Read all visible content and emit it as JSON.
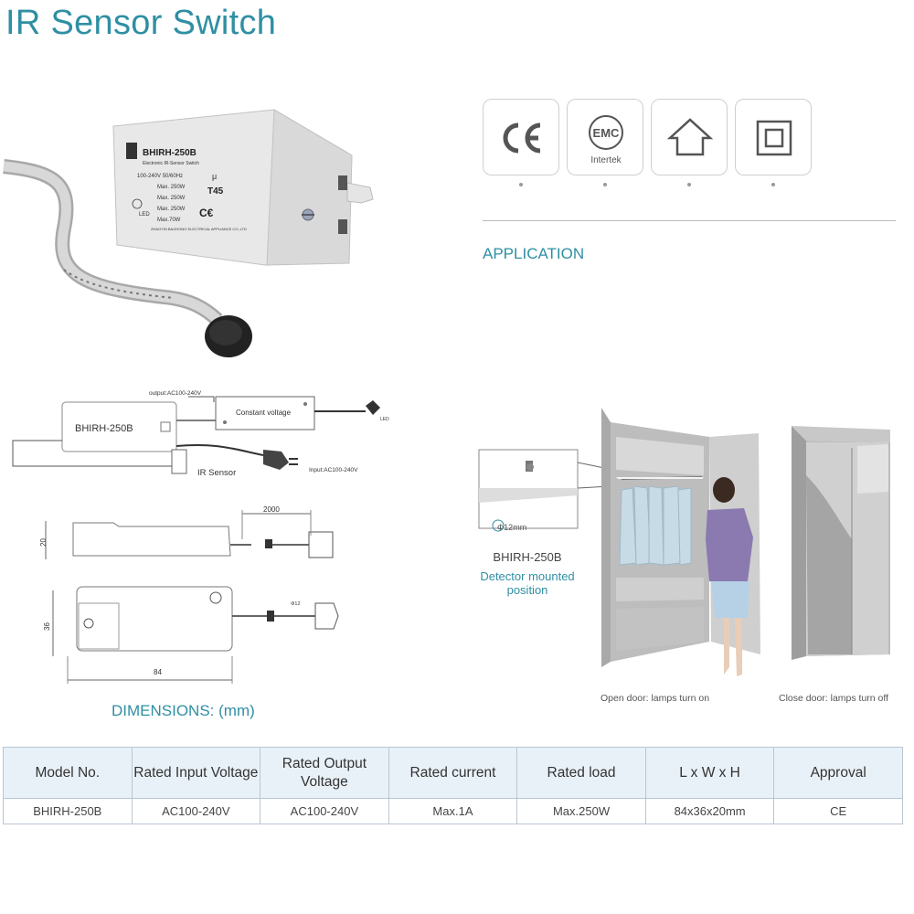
{
  "title": "IR Sensor Switch",
  "product_label": {
    "model": "BHIRH-250B",
    "subtitle": "Electronic IR-Sensor Switch",
    "voltage": "100-240V 50/60Hz",
    "loads": [
      "Max. 250W",
      "Max. 250W",
      "Max. 250W",
      "Max.70W"
    ],
    "load_types": [
      "LED"
    ],
    "temp": "T45",
    "mu": "μ",
    "manufacturer": "ZHAOYIN BAOHONG ELECTRICAL APPLIANCE CO.,LTD"
  },
  "certifications": [
    {
      "icon": "ce-mark-icon"
    },
    {
      "icon": "emc-intertek-icon",
      "text": "EMC",
      "subtext": "Intertek"
    },
    {
      "icon": "house-icon"
    },
    {
      "icon": "double-insulation-icon"
    }
  ],
  "application": {
    "heading": "APPLICATION",
    "detector_diameter": "Φ12mm",
    "detector_model": "BHIRH-250B",
    "detector_caption": "Detector mounted position",
    "open_caption": "Open door: lamps turn on",
    "close_caption": "Close door: lamps turn off"
  },
  "wiring": {
    "output_label": "output:AC100-240V",
    "switch_label": "BHIRH-250B",
    "driver_label": "Constant voltage",
    "led_label": "LED",
    "sensor_label": "IR Sensor",
    "input_label": "Input:AC100-240V"
  },
  "dimensions": {
    "heading": "DIMENSIONS: (mm)",
    "cable_length": "2000",
    "height": "20",
    "width": "36",
    "length": "84",
    "sensor_diameter": "Φ12"
  },
  "spec_table": {
    "headers": [
      "Model No.",
      "Rated Input Voltage",
      "Rated Output Voltage",
      "Rated current",
      "Rated load",
      "L x W x H",
      "Approval"
    ],
    "rows": [
      [
        "BHIRH-250B",
        "AC100-240V",
        "AC100-240V",
        "Max.1A",
        "Max.250W",
        "84x36x20mm",
        "CE"
      ]
    ]
  },
  "colors": {
    "accent": "#2f8fa3",
    "table_header_bg": "#e9f1f8",
    "table_border": "#b8c6d3"
  }
}
